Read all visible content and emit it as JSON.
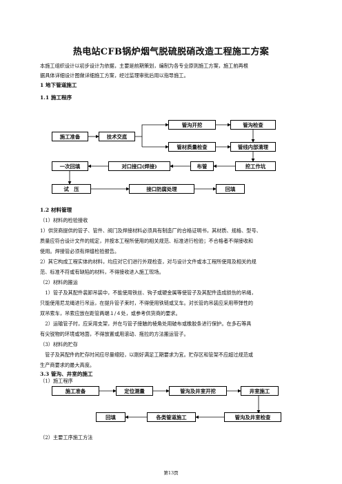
{
  "doc": {
    "title": "热电站CFB锅炉烟气脱硫脱硝改造工程施工方案",
    "intro_1": "本施工组织设计以初步设计为依据，主要是前期策划，编制为各专业原则施工方案，施工前再根",
    "intro_2": "据具体详细设计图做详细施工方案，经过监理审批后用以指导施工。",
    "s1": "1 地下管道施工",
    "s11": "1.1 施工程序",
    "flow1": {
      "prep": "施工准备",
      "tech": "技术交底",
      "trench_dig": "管沟开挖",
      "trench_check": "管沟检查",
      "quality": "管材质量检查",
      "clean": "管线内部清理",
      "backfill1": "一次回填",
      "weld": "对口接口(焊接)",
      "lay": "布管",
      "pit": "挖工作坑",
      "pressure": "试　压",
      "anticorr": "接口防腐处理",
      "backfill": "回填"
    },
    "s12": "1.2 材料管理",
    "m1": "（1）材料的检验接收",
    "m1_1": "1）供货商提供的管子、管件、阀门及焊接材料必须具有制造厂的合格证明书，其材质、规格、型号、",
    "m1_2": "质量应符合设计文件的规定，并按本工程所使用的相关规范、标准进行检验；不合格者不得接收和",
    "m1_3": "使用。焊接管必须有焊缝检验报告。",
    "m1_4": "2）其它构成工程实体的材料，均应对它们进行外观检查，对与设计文件或本工程所使用及相关的规",
    "m1_5": "范、标准不符或有缺陷的材料，不得接收进入施工现场。",
    "m2": "（2）材料的搬运",
    "m2_1": "　1）管子及其配件装卸吊装中，不能使用铁丝、钩子或硬金属等使管子及其配件造成损伤的吊绳，",
    "m2_2": "只能使用尼龙绳进行吊运，在提升管子束时，不得使用铁链或叉车。对长管的吊装应采用带弹性的",
    "m2_3": "双吊索车，吊索应放在距管两端１/４处，或参考供货商的要求。",
    "m2_4": "　2）运输管子时，应采用支架，并在与管子接触的棱角处用破布或橡胶条进行保护。在多石等具",
    "m2_5": "有尖锐物的环境或地面，不得放置或用滚动、拖拉的方法搬运管子。",
    "m3": "（3）材料的贮存",
    "m3_1": "　管子及其配件的贮存时间应尽量缩短，以刚好满足工期要求为宜。贮存区和管架不应超过规范或",
    "m3_2": "生产商要求的最大高度。",
    "s33": "3.3 管沟、井室的施工",
    "p1": "（1）施工程序",
    "flow2": {
      "prep": "施工准备",
      "survey": "定位测量",
      "dig": "管沟及井室开挖",
      "well": "井室施工",
      "backfill": "回填",
      "pipes": "各类管道施工",
      "check": "管沟及井室检查"
    },
    "p2": "（2）主要工序施工方法",
    "page_no": "第13页"
  }
}
